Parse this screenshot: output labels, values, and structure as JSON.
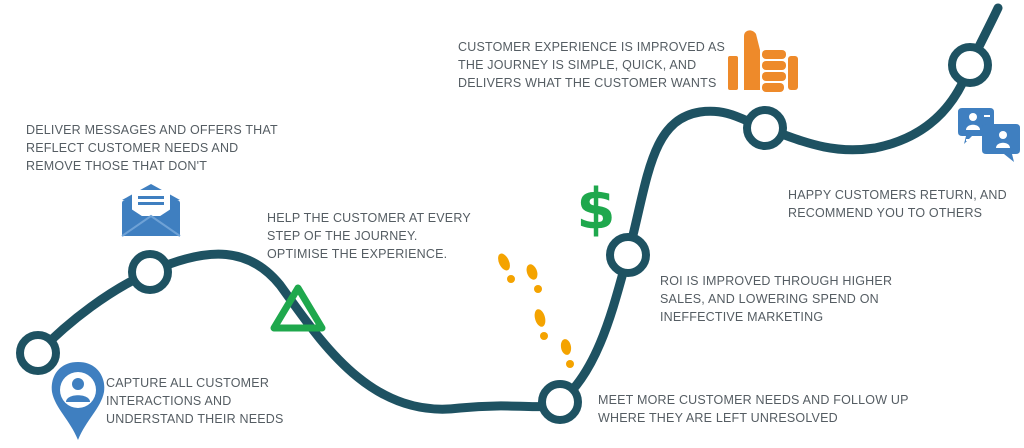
{
  "colors": {
    "path": "#1e5262",
    "node_fill": "#ffffff",
    "text": "#555d63",
    "blue_icon": "#3f7fc0",
    "green_icon": "#1fa84d",
    "orange_icon": "#ee8a2a",
    "footprint": "#f4a300"
  },
  "icons": {
    "envelope": "envelope-icon",
    "location_pin": "location-pin-icon",
    "triangle": "triangle-icon",
    "dollar": "dollar-icon",
    "footprints": "footprints-icon",
    "thumbs_up": "thumbs-up-icon",
    "chat": "chat-people-icon"
  },
  "steps": [
    {
      "id": "capture",
      "lines": [
        "CAPTURE ALL CUSTOMER",
        "INTERACTIONS AND",
        "UNDERSTAND THEIR NEEDS"
      ]
    },
    {
      "id": "deliver",
      "lines": [
        "DELIVER MESSAGES AND OFFERS THAT",
        "REFLECT CUSTOMER NEEDS AND",
        "REMOVE THOSE THAT DON'T"
      ]
    },
    {
      "id": "help",
      "lines": [
        "HELP THE CUSTOMER AT EVERY",
        "STEP OF THE JOURNEY.",
        "OPTIMISE THE EXPERIENCE."
      ]
    },
    {
      "id": "meet",
      "lines": [
        "MEET MORE CUSTOMER NEEDS AND FOLLOW UP",
        "WHERE THEY ARE LEFT UNRESOLVED"
      ]
    },
    {
      "id": "roi",
      "lines": [
        "ROI IS IMPROVED THROUGH HIGHER",
        "SALES, AND LOWERING SPEND ON",
        "INEFFECTIVE MARKETING"
      ]
    },
    {
      "id": "experience",
      "lines": [
        "CUSTOMER EXPERIENCE IS IMPROVED AS",
        "THE JOURNEY IS SIMPLE, QUICK, AND",
        "DELIVERS WHAT THE CUSTOMER WANTS"
      ]
    },
    {
      "id": "happy",
      "lines": [
        "HAPPY CUSTOMERS RETURN, AND",
        "RECOMMEND YOU TO OTHERS"
      ]
    }
  ]
}
